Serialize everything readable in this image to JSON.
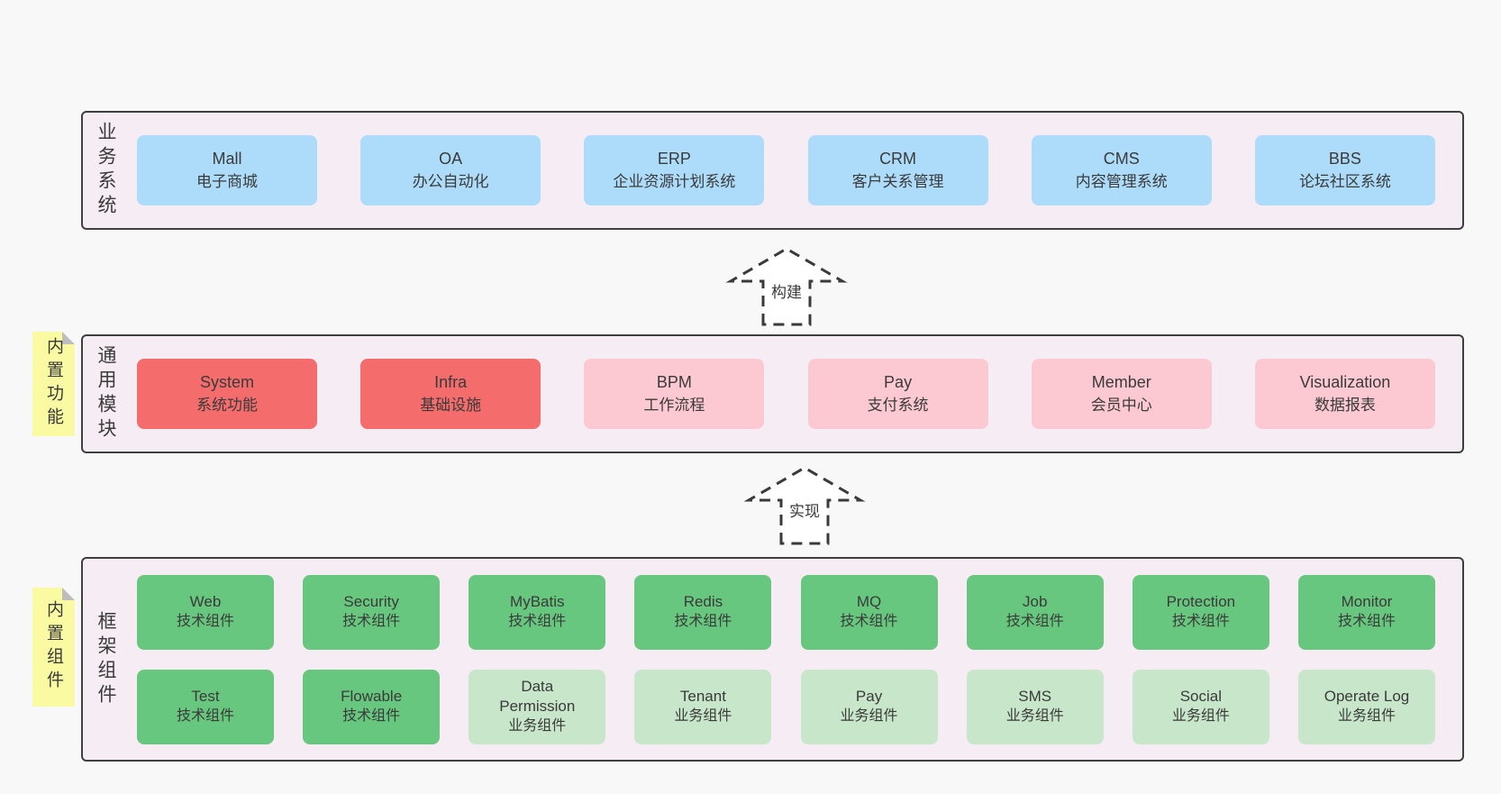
{
  "colors": {
    "page_bg": "#f8f8f8",
    "band_bg": "#f6ecf3",
    "band_border": "#3f3f3f",
    "blue": "#addcfa",
    "red": "#f46c6c",
    "pink": "#fcc9d2",
    "green": "#68c77e",
    "light_green": "#c8e7ca",
    "sticky_yellow": "#fafaa2",
    "text": "#3a3a3a"
  },
  "bands": [
    {
      "label": "业务系统",
      "boxes": [
        {
          "title": "Mall",
          "subtitle": "电子商城"
        },
        {
          "title": "OA",
          "subtitle": "办公自动化"
        },
        {
          "title": "ERP",
          "subtitle": "企业资源计划系统"
        },
        {
          "title": "CRM",
          "subtitle": "客户关系管理"
        },
        {
          "title": "CMS",
          "subtitle": "内容管理系统"
        },
        {
          "title": "BBS",
          "subtitle": "论坛社区系统"
        }
      ]
    },
    {
      "label": "通用模块",
      "sticky": "内置功能",
      "boxes": [
        {
          "title": "System",
          "subtitle": "系统功能",
          "color": "red"
        },
        {
          "title": "Infra",
          "subtitle": "基础设施",
          "color": "red"
        },
        {
          "title": "BPM",
          "subtitle": "工作流程",
          "color": "pink"
        },
        {
          "title": "Pay",
          "subtitle": "支付系统",
          "color": "pink"
        },
        {
          "title": "Member",
          "subtitle": "会员中心",
          "color": "pink"
        },
        {
          "title": "Visualization",
          "subtitle": "数据报表",
          "color": "pink"
        }
      ]
    },
    {
      "label": "框架组件",
      "sticky": "内置组件",
      "row1": [
        {
          "title": "Web",
          "subtitle": "技术组件",
          "color": "green"
        },
        {
          "title": "Security",
          "subtitle": "技术组件",
          "color": "green"
        },
        {
          "title": "MyBatis",
          "subtitle": "技术组件",
          "color": "green"
        },
        {
          "title": "Redis",
          "subtitle": "技术组件",
          "color": "green"
        },
        {
          "title": "MQ",
          "subtitle": "技术组件",
          "color": "green"
        },
        {
          "title": "Job",
          "subtitle": "技术组件",
          "color": "green"
        },
        {
          "title": "Protection",
          "subtitle": "技术组件",
          "color": "green"
        },
        {
          "title": "Monitor",
          "subtitle": "技术组件",
          "color": "green"
        }
      ],
      "row2": [
        {
          "title": "Test",
          "subtitle": "技术组件",
          "color": "green"
        },
        {
          "title": "Flowable",
          "subtitle": "技术组件",
          "color": "green"
        },
        {
          "title": "Data Permission",
          "subtitle": "业务组件",
          "color": "light_green"
        },
        {
          "title": "Tenant",
          "subtitle": "业务组件",
          "color": "light_green"
        },
        {
          "title": "Pay",
          "subtitle": "业务组件",
          "color": "light_green"
        },
        {
          "title": "SMS",
          "subtitle": "业务组件",
          "color": "light_green"
        },
        {
          "title": "Social",
          "subtitle": "业务组件",
          "color": "light_green"
        },
        {
          "title": "Operate Log",
          "subtitle": "业务组件",
          "color": "light_green"
        }
      ]
    }
  ],
  "arrows": [
    {
      "label": "构建"
    },
    {
      "label": "实现"
    }
  ]
}
